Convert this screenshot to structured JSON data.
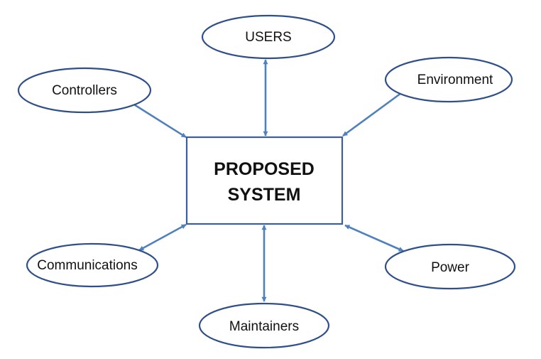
{
  "diagram": {
    "center": {
      "line1": "PROPOSED",
      "line2": "SYSTEM"
    },
    "nodes": {
      "users": "USERS",
      "environment": "Environment",
      "controllers": "Controllers",
      "communications": "Communications",
      "maintainers": "Maintainers",
      "power": "Power"
    },
    "connections": [
      {
        "from": "users",
        "to": "center",
        "direction": "bidirectional"
      },
      {
        "from": "controllers",
        "to": "center",
        "direction": "unidirectional"
      },
      {
        "from": "environment",
        "to": "center",
        "direction": "unidirectional"
      },
      {
        "from": "communications",
        "to": "center",
        "direction": "bidirectional"
      },
      {
        "from": "maintainers",
        "to": "center",
        "direction": "bidirectional"
      },
      {
        "from": "power",
        "to": "center",
        "direction": "bidirectional"
      }
    ],
    "colors": {
      "node_border": "#2f4f8a",
      "center_border": "#3b5f99",
      "arrow": "#4f81bd",
      "text": "#111111"
    }
  }
}
